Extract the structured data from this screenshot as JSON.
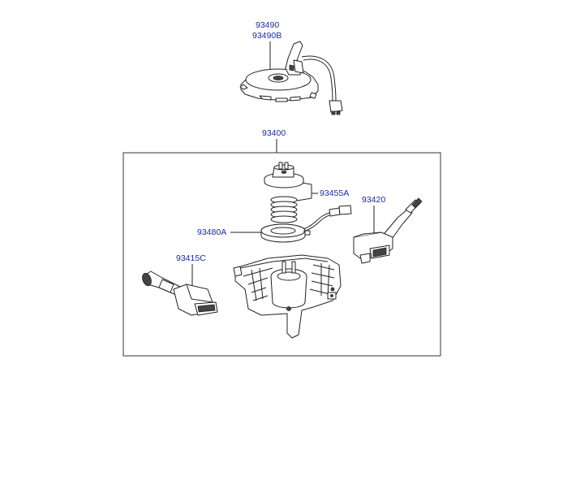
{
  "labels": {
    "p93490": "93490",
    "p93490b": "93490B",
    "p93400": "93400",
    "p93455a": "93455A",
    "p93420": "93420",
    "p93480a": "93480A",
    "p93415c": "93415C"
  },
  "colors": {
    "label_text": "#1a2a9c",
    "line": "#222222",
    "background": "#ffffff"
  }
}
